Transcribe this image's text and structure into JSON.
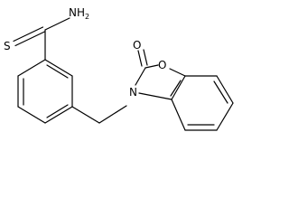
{
  "molecule": {
    "atoms": {
      "S": "S",
      "N_amide": "N",
      "H2_count": "2",
      "H_prefix": "H",
      "O_carbonyl": "O",
      "O_ring": "O",
      "N_ring": "N"
    },
    "colors": {
      "ink": "#000000",
      "background": "#ffffff"
    }
  }
}
